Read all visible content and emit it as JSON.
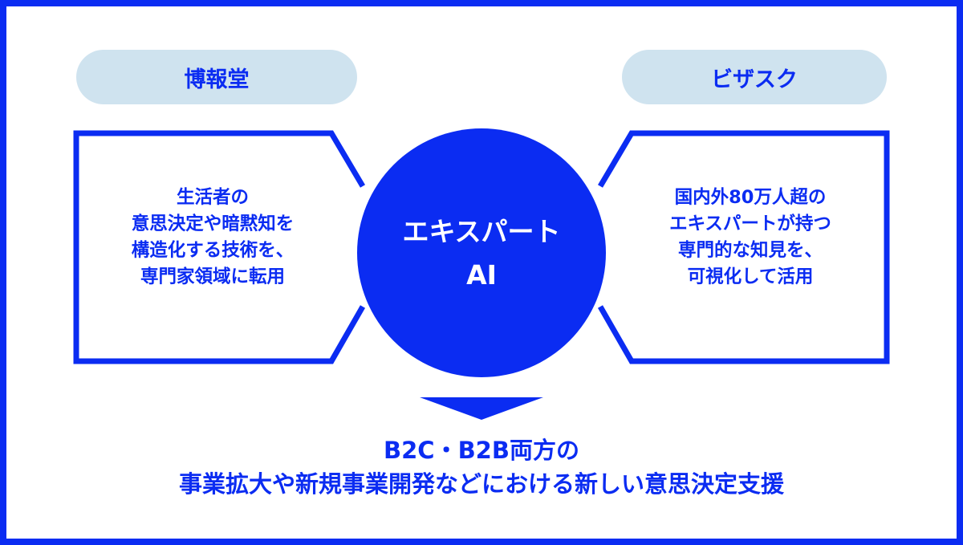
{
  "left": {
    "label": "博報堂",
    "text": "生活者の\n意思決定や暗黙知を\n構造化する技術を、\n専門家領域に転用"
  },
  "right": {
    "label": "ビザスク",
    "text": "国内外80万人超の\nエキスパートが持つ\n専門的な知見を、\n可視化して活用"
  },
  "center": {
    "text": "エキスパート\nAI"
  },
  "result": {
    "line1": "B2C・B2B両方の",
    "line2": "事業拡大や新規事業開発などにおける新しい意思決定支援"
  },
  "colors": {
    "primary": "#0b2cf2",
    "pill": "#cfe3ef"
  }
}
